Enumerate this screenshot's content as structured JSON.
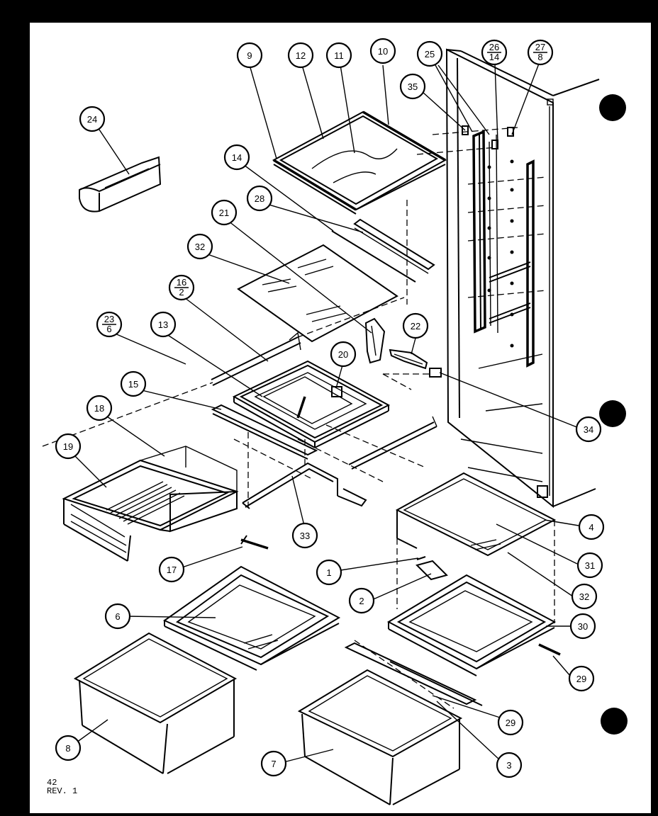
{
  "footer": {
    "page": "42",
    "revision": "REV. 1"
  },
  "callouts": [
    {
      "id": "c9",
      "text": "9"
    },
    {
      "id": "c12",
      "text": "12"
    },
    {
      "id": "c11",
      "text": "11"
    },
    {
      "id": "c10",
      "text": "10"
    },
    {
      "id": "c25",
      "text": "25"
    },
    {
      "id": "c26",
      "text": "26",
      "sub": "14"
    },
    {
      "id": "c27",
      "text": "27",
      "sub": "8"
    },
    {
      "id": "c35",
      "text": "35"
    },
    {
      "id": "c24",
      "text": "24"
    },
    {
      "id": "c14",
      "text": "14"
    },
    {
      "id": "c28",
      "text": "28"
    },
    {
      "id": "c21",
      "text": "21"
    },
    {
      "id": "c32a",
      "text": "32"
    },
    {
      "id": "c16",
      "text": "16",
      "sub": "2"
    },
    {
      "id": "c23",
      "text": "23",
      "sub": "6"
    },
    {
      "id": "c13",
      "text": "13"
    },
    {
      "id": "c22",
      "text": "22"
    },
    {
      "id": "c20",
      "text": "20"
    },
    {
      "id": "c15",
      "text": "15"
    },
    {
      "id": "c18",
      "text": "18"
    },
    {
      "id": "c19",
      "text": "19"
    },
    {
      "id": "c34",
      "text": "34"
    },
    {
      "id": "c33",
      "text": "33"
    },
    {
      "id": "c4",
      "text": "4"
    },
    {
      "id": "c31",
      "text": "31"
    },
    {
      "id": "c17",
      "text": "17"
    },
    {
      "id": "c1",
      "text": "1"
    },
    {
      "id": "c32b",
      "text": "32"
    },
    {
      "id": "c2",
      "text": "2"
    },
    {
      "id": "c6",
      "text": "6"
    },
    {
      "id": "c30",
      "text": "30"
    },
    {
      "id": "c29a",
      "text": "29"
    },
    {
      "id": "c8",
      "text": "8"
    },
    {
      "id": "c29b",
      "text": "29"
    },
    {
      "id": "c7",
      "text": "7"
    },
    {
      "id": "c3",
      "text": "3"
    }
  ]
}
